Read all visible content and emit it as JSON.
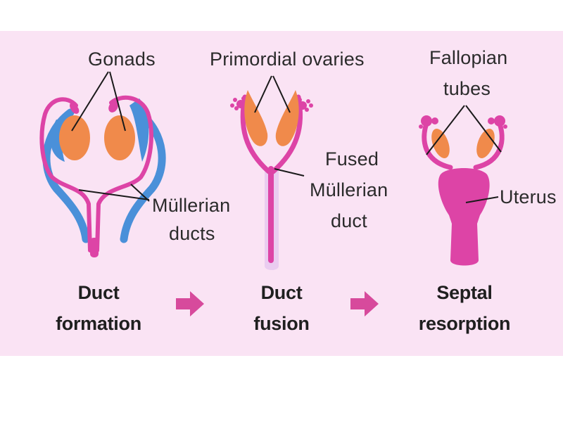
{
  "colors": {
    "panel_bg": "#fae3f4",
    "duct_pink": "#dd44a6",
    "duct_blue": "#4a90d9",
    "gonad_orange": "#f08a4b",
    "arrow_pink": "#d74a9c",
    "pointer": "#1a1a1a"
  },
  "stages": [
    {
      "caption_line1": "Duct",
      "caption_line2": "formation"
    },
    {
      "caption_line1": "Duct",
      "caption_line2": "fusion"
    },
    {
      "caption_line1": "Septal",
      "caption_line2": "resorption"
    }
  ],
  "labels": {
    "gonads": "Gonads",
    "mullerian_ducts_1": "Müllerian",
    "mullerian_ducts_2": "ducts",
    "primordial_ovaries": "Primordial ovaries",
    "fused_1": "Fused",
    "fused_2": "Müllerian",
    "fused_3": "duct",
    "fallopian_1": "Fallopian",
    "fallopian_2": "tubes",
    "uterus": "Uterus"
  },
  "icons": [
    "arrow-right-icon",
    "arrow-right-icon"
  ]
}
